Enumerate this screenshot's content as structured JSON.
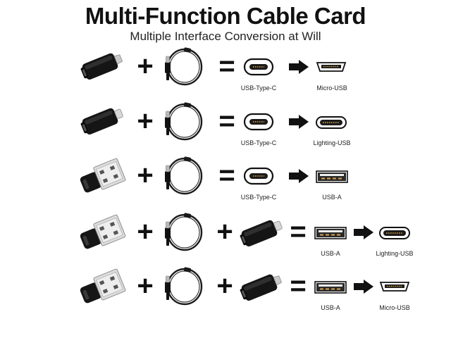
{
  "header": {
    "title": "Multi-Function Cable Card",
    "subtitle": "Multiple Interface Conversion at Will"
  },
  "rows": [
    {
      "first": "adapter-black-micro",
      "extra": "",
      "input_label": "USB-Type-C",
      "input_type": "type-c",
      "output_label": "Micro-USB",
      "output_type": "micro-usb"
    },
    {
      "first": "adapter-black-lightning",
      "extra": "",
      "input_label": "USB-Type-C",
      "input_type": "type-c",
      "output_label": "Lighting-USB",
      "output_type": "lightning"
    },
    {
      "first": "adapter-usb-a",
      "extra": "",
      "input_label": "USB-Type-C",
      "input_type": "type-c",
      "output_label": "USB-A",
      "output_type": "usb-a"
    },
    {
      "first": "adapter-usb-a",
      "extra": "adapter-black-lightning",
      "input_label": "USB-A",
      "input_type": "usb-a",
      "output_label": "Lighting-USB",
      "output_type": "lightning"
    },
    {
      "first": "adapter-usb-a",
      "extra": "adapter-black-micro",
      "input_label": "USB-A",
      "input_type": "usb-a",
      "output_label": "Micro-USB",
      "output_type": "micro-usb"
    }
  ],
  "symbols": {
    "plus": "+",
    "equals": "="
  },
  "icons": [
    "adapter-icon",
    "cable-icon",
    "port-icon",
    "arrow-icon"
  ]
}
